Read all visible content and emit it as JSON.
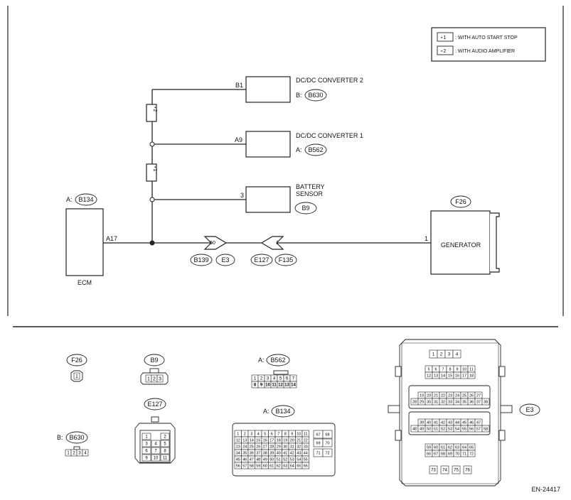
{
  "legend": [
    {
      "mark": "⋆1",
      "text": ": WITH AUTO START STOP"
    },
    {
      "mark": "⋆2",
      "text": ": WITH AUDIO AMPLIFIER"
    }
  ],
  "components": {
    "dcdc2": {
      "title": "DC/DC CONVERTER 2",
      "prefix": "B:",
      "connector": "B630",
      "pin": "B1"
    },
    "dcdc1": {
      "title": "DC/DC CONVERTER 1",
      "prefix": "A:",
      "connector": "B562",
      "pin": "A9"
    },
    "battery": {
      "title_line1": "BATTERY",
      "title_line2": "SENSOR",
      "connector": "B9",
      "pin": "3"
    },
    "ecm": {
      "title": "ECM",
      "prefix": "A:",
      "connector": "B134",
      "pin": "A17"
    },
    "generator": {
      "title": "GENERATOR",
      "connector": "F26",
      "pin": "1"
    }
  },
  "option_marks": {
    "upper": "⋆2",
    "lower": "⋆1"
  },
  "joints": [
    {
      "pin": "50",
      "left": "B139",
      "right": "E3"
    },
    {
      "pin": "1",
      "left": "E127",
      "right": "F135"
    }
  ],
  "connectors": {
    "f26": {
      "label": "F26",
      "pins": [
        "1"
      ]
    },
    "b9": {
      "label": "B9",
      "pins": [
        "1",
        "2",
        "3"
      ]
    },
    "e127": {
      "label": "E127",
      "pins": [
        "1",
        "2",
        "3",
        "4",
        "5",
        "6",
        "7",
        "8",
        "9",
        "10",
        "11"
      ]
    },
    "b630": {
      "prefix": "B:",
      "label": "B630",
      "pins": [
        "1",
        "2",
        "3",
        "4"
      ]
    },
    "b562": {
      "prefix": "A:",
      "label": "B562",
      "pins": [
        "1",
        "2",
        "3",
        "4",
        "5",
        "6",
        "7",
        "8",
        "9",
        "10",
        "11",
        "12",
        "13",
        "14"
      ]
    },
    "b134": {
      "prefix": "A:",
      "label": "B134",
      "pins": [
        "1",
        "2",
        "3",
        "4",
        "5",
        "6",
        "7",
        "8",
        "9",
        "10",
        "11",
        "12",
        "13",
        "14",
        "15",
        "16",
        "17",
        "18",
        "19",
        "20",
        "21",
        "22",
        "23",
        "24",
        "25",
        "26",
        "27",
        "28",
        "29",
        "30",
        "31",
        "32",
        "33",
        "34",
        "35",
        "36",
        "37",
        "38",
        "39",
        "40",
        "41",
        "42",
        "43",
        "44",
        "45",
        "46",
        "47",
        "48",
        "49",
        "50",
        "51",
        "52",
        "53",
        "54",
        "55",
        "56",
        "57",
        "58",
        "59",
        "60",
        "61",
        "62",
        "63",
        "64",
        "65",
        "66",
        "67",
        "68",
        "69",
        "70",
        "71",
        "72"
      ]
    },
    "e3": {
      "label": "E3",
      "pins": [
        "1",
        "2",
        "3",
        "4",
        "5",
        "6",
        "7",
        "8",
        "9",
        "10",
        "11",
        "12",
        "13",
        "14",
        "15",
        "16",
        "17",
        "18",
        "19",
        "20",
        "21",
        "22",
        "23",
        "24",
        "25",
        "26",
        "27",
        "28",
        "29",
        "30",
        "31",
        "32",
        "33",
        "34",
        "35",
        "36",
        "37",
        "38",
        "39",
        "40",
        "41",
        "42",
        "43",
        "44",
        "45",
        "46",
        "47",
        "48",
        "49",
        "50",
        "51",
        "52",
        "53",
        "54",
        "55",
        "56",
        "57",
        "58",
        "59",
        "60",
        "61",
        "62",
        "63",
        "64",
        "65",
        "66",
        "67",
        "68",
        "69",
        "70",
        "71",
        "72",
        "73",
        "74",
        "75",
        "76"
      ]
    }
  },
  "doc_code": "EN-24417"
}
